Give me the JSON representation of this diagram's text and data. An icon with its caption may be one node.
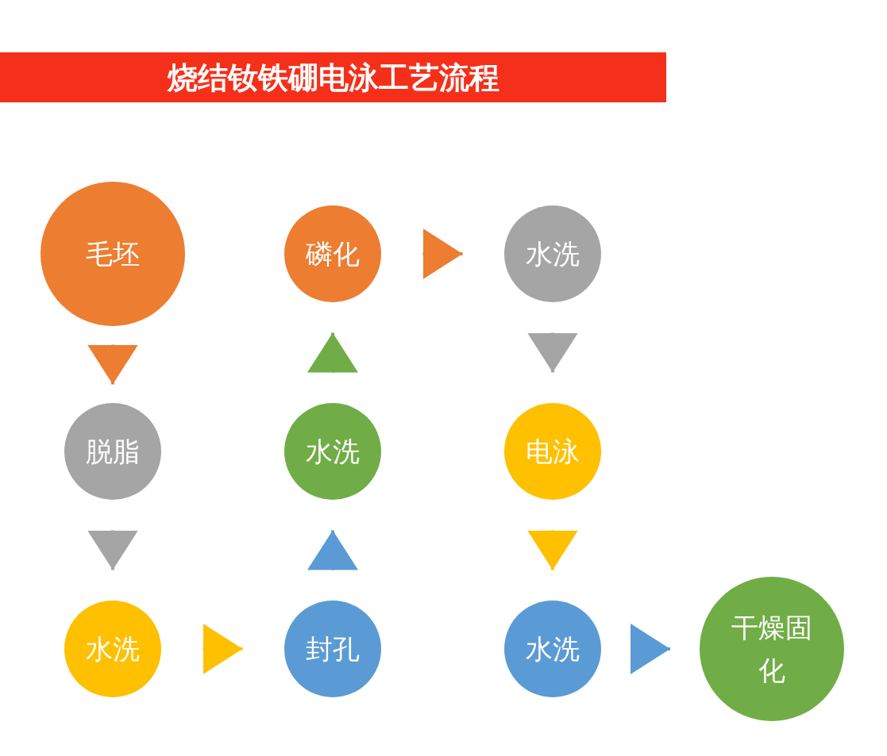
{
  "diagram": {
    "title": "烧结钕铁硼电泳工艺流程",
    "nodes": [
      {
        "text": [
          "毛坯"
        ]
      },
      {
        "text": [
          "脱脂"
        ]
      },
      {
        "text": [
          "水洗"
        ]
      },
      {
        "text": [
          "封孔"
        ]
      },
      {
        "text": [
          "水洗"
        ]
      },
      {
        "text": [
          "磷化"
        ]
      },
      {
        "text": [
          "水洗"
        ]
      },
      {
        "text": [
          "电泳"
        ]
      },
      {
        "text": [
          "水洗"
        ]
      },
      {
        "text": [
          "干燥固化"
        ]
      }
    ],
    "edges": [
      {
        "from": 0,
        "to": 1,
        "arrow": "to",
        "color": "#ed7d31"
      },
      {
        "from": 1,
        "to": 2,
        "arrow": "to",
        "color": "#a5a5a5"
      },
      {
        "from": 2,
        "to": 3,
        "arrow": "to",
        "color": "#ffc000"
      },
      {
        "from": 3,
        "to": 4,
        "arrow": "to",
        "color": "#5b9bd5"
      },
      {
        "from": 4,
        "to": 5,
        "arrow": "to",
        "color": "#70ad47"
      },
      {
        "from": 5,
        "to": 6,
        "arrow": "to",
        "color": "#ed7d31"
      },
      {
        "from": 6,
        "to": 7,
        "arrow": "to",
        "color": "#a5a5a5"
      },
      {
        "from": 7,
        "to": 8,
        "arrow": "to",
        "color": "#ffc000"
      },
      {
        "from": 8,
        "to": 9,
        "arrow": "to",
        "color": "#5b9bd5"
      }
    ]
  }
}
